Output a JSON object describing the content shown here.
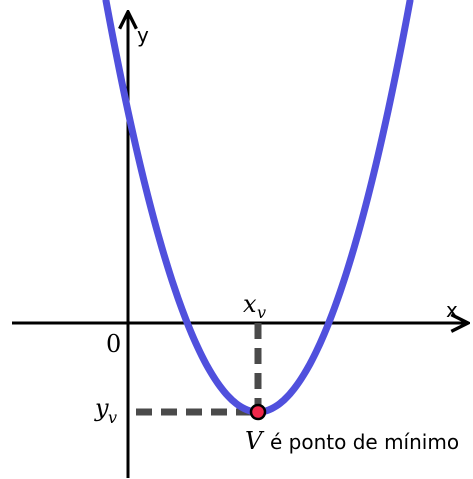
{
  "axes": {
    "x_label": "x",
    "y_label": "y",
    "origin_label": "0"
  },
  "vertex": {
    "x_symbol": "x",
    "x_subscript": "v",
    "y_symbol": "y",
    "y_subscript": "v",
    "point_symbol": "V",
    "point_note": "é ponto de mínimo"
  },
  "colors": {
    "curve": "#5050dd",
    "guides": "#4a4a4a",
    "vertex_fill": "#f0284a",
    "axis": "#000000"
  }
}
